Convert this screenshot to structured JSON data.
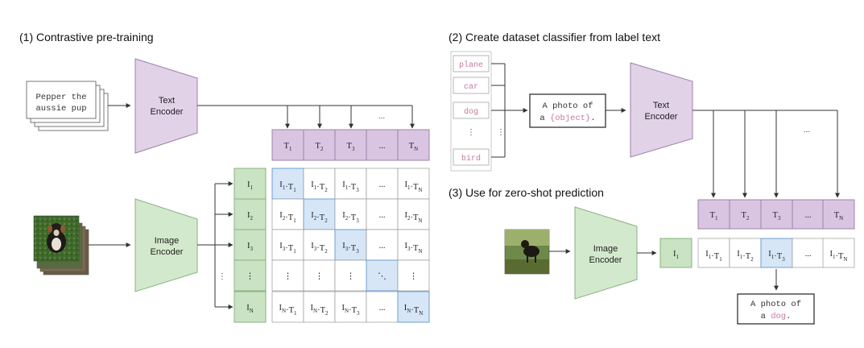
{
  "section1": {
    "title": "(1) Contrastive pre-training",
    "text_input": [
      "Pepper the",
      "aussie pup"
    ],
    "text_encoder": [
      "Text",
      "Encoder"
    ],
    "image_encoder": [
      "Image",
      "Encoder"
    ],
    "ellipsis": "...",
    "vdots": "⋮",
    "ddots": "⋱"
  },
  "section2": {
    "title": "(2) Create dataset classifier from label text",
    "labels": [
      "plane",
      "car",
      "dog",
      "bird"
    ],
    "vdots": "⋮",
    "template": [
      "A photo of",
      "a {object}."
    ],
    "text_encoder": [
      "Text",
      "Encoder"
    ],
    "ellipsis": "..."
  },
  "section3": {
    "title": "(3) Use for zero-shot prediction",
    "image_encoder": [
      "Image",
      "Encoder"
    ],
    "result": [
      "A photo of",
      "a dog."
    ],
    "result_highlight": "dog",
    "ellipsis": "..."
  },
  "colors": {
    "text_encoder_fill": "#e2d2e8",
    "text_encoder_stroke": "#9b82a8",
    "image_encoder_fill": "#d3e9cd",
    "image_encoder_stroke": "#86b37d",
    "text_token_fill": "#d9c5e2",
    "image_token_fill": "#c9e3c3",
    "highlight_fill": "#d6e6f7",
    "highlight_stroke": "#6e9fd0",
    "label_text": "#c87aa0"
  }
}
